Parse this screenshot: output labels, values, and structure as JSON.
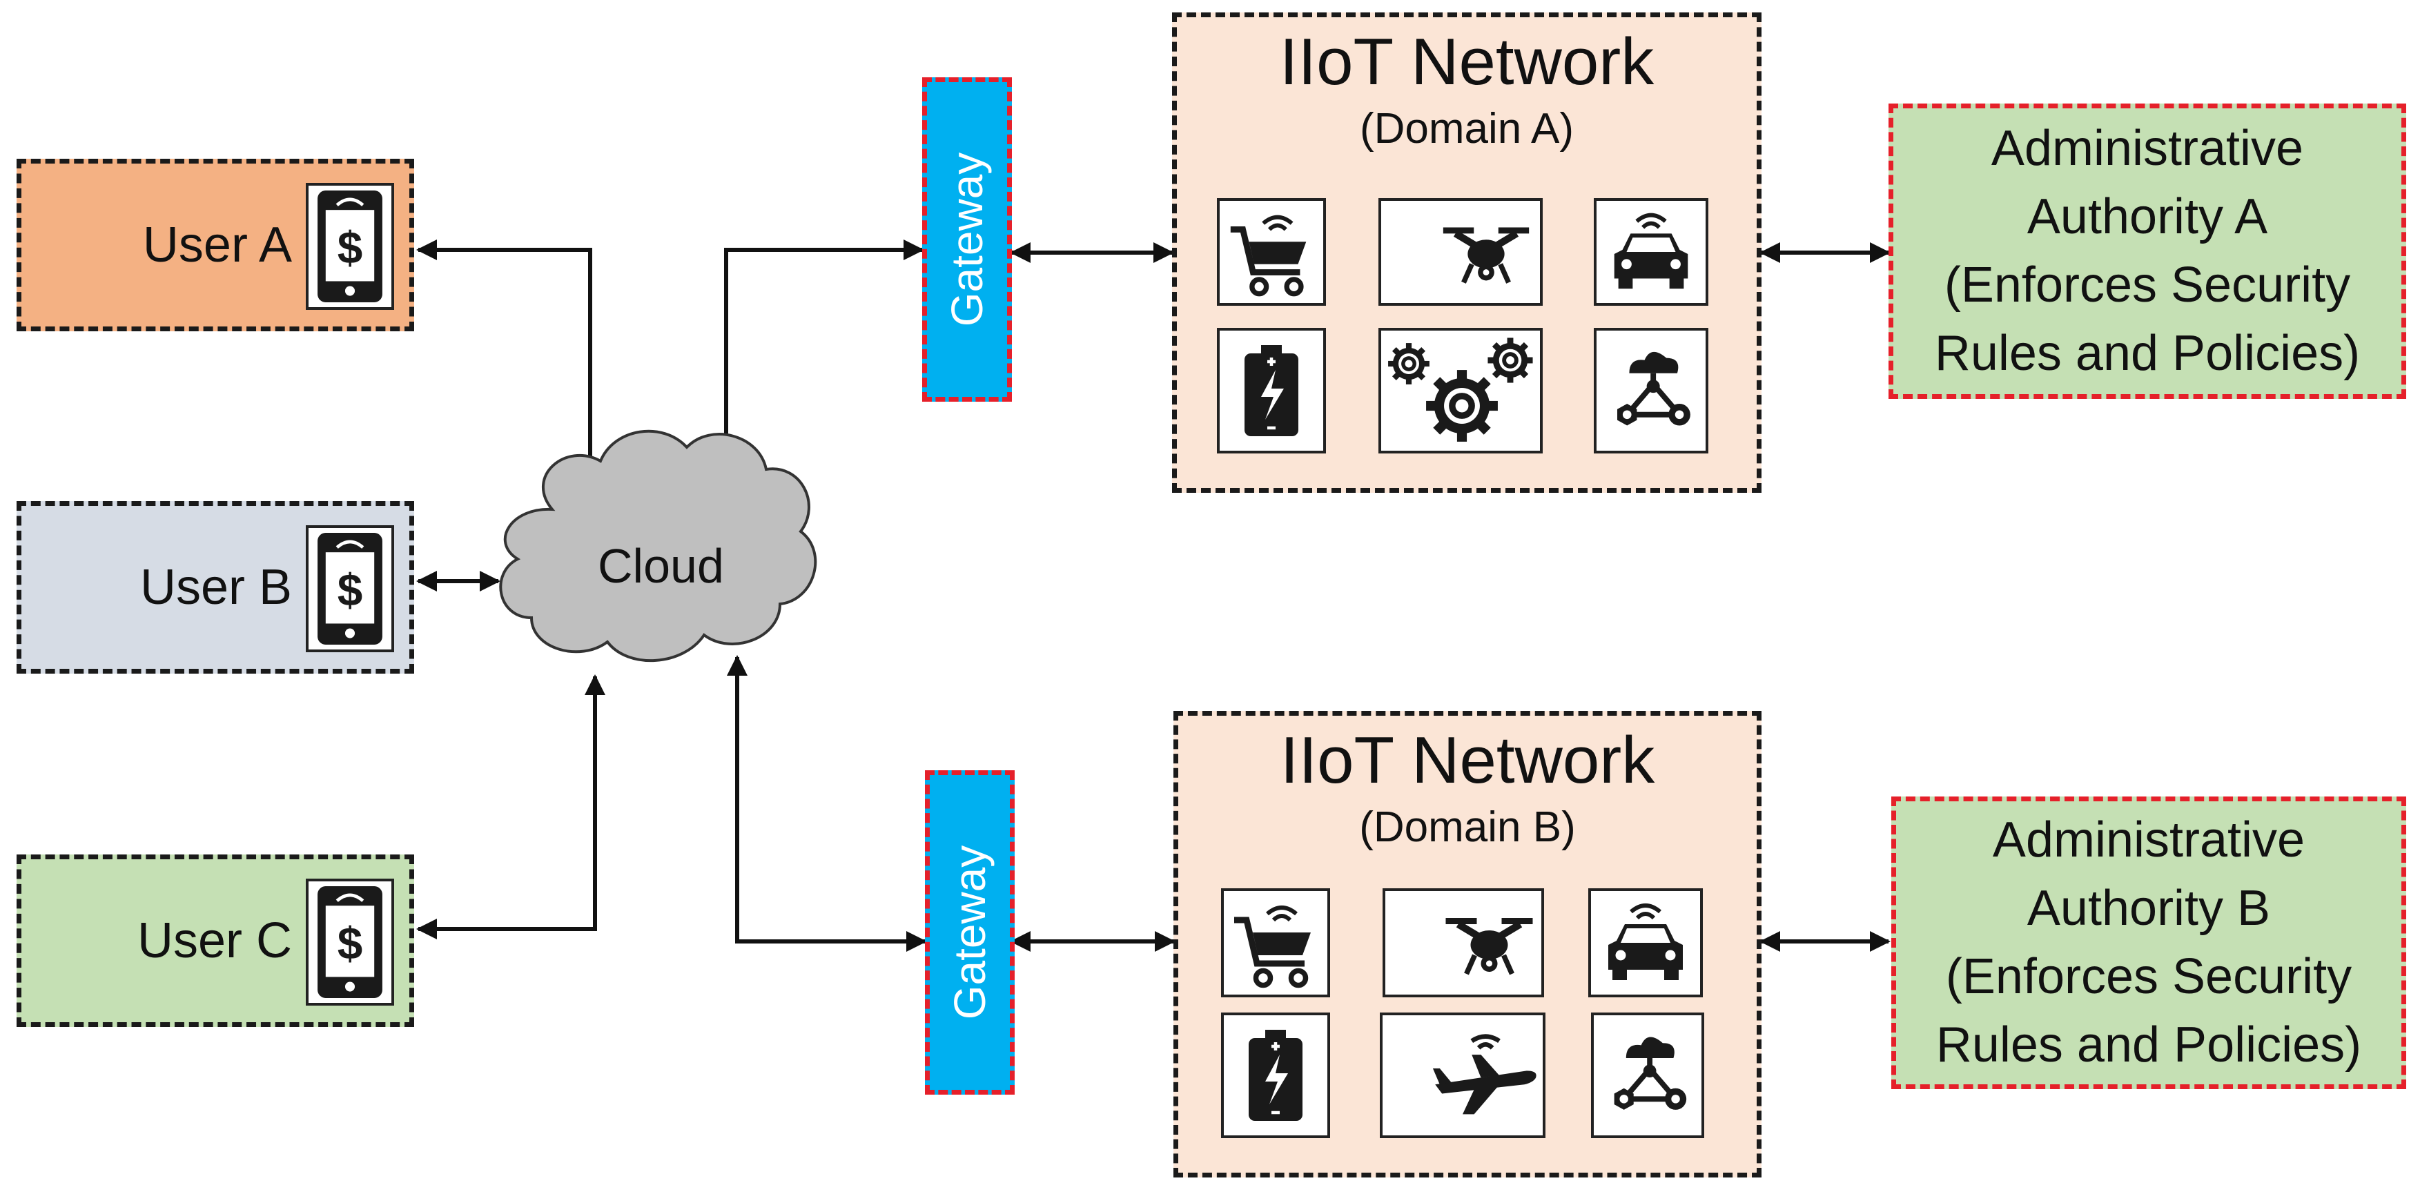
{
  "users": [
    {
      "label": "User A",
      "fill": "#f4b183"
    },
    {
      "label": "User B",
      "fill": "#d6dce5"
    },
    {
      "label": "User C",
      "fill": "#c5e0b4"
    }
  ],
  "cloud": {
    "label": "Cloud",
    "fill": "#bfbfbf"
  },
  "gateways": [
    {
      "label": "Gateway",
      "fill": "#00b0f0"
    },
    {
      "label": "Gateway",
      "fill": "#00b0f0"
    }
  ],
  "networks": [
    {
      "title": "IIoT Network",
      "subtitle": "(Domain A)",
      "fill": "#fbe5d6",
      "icons": [
        "shopping-cart-icon",
        "drone-icon",
        "connected-car-icon",
        "battery-icon",
        "gears-icon",
        "cloud-network-icon"
      ]
    },
    {
      "title": "IIoT Network",
      "subtitle": "(Domain B)",
      "fill": "#fbe5d6",
      "icons": [
        "shopping-cart-icon",
        "drone-icon",
        "connected-car-icon",
        "battery-icon",
        "airplane-icon",
        "cloud-network-icon"
      ]
    }
  ],
  "authorities": [
    {
      "lines": [
        "Administrative",
        "Authority A",
        "(Enforces Security",
        "Rules and Policies)"
      ],
      "fill": "#c5e0b4"
    },
    {
      "lines": [
        "Administrative",
        "Authority B",
        "(Enforces Security",
        "Rules and Policies)"
      ],
      "fill": "#c5e0b4"
    }
  ],
  "colors": {
    "border_dashed": "#1a1a1a",
    "border_red": "#e5202a",
    "arrow": "#111111",
    "icon": "#1a1a1a"
  }
}
